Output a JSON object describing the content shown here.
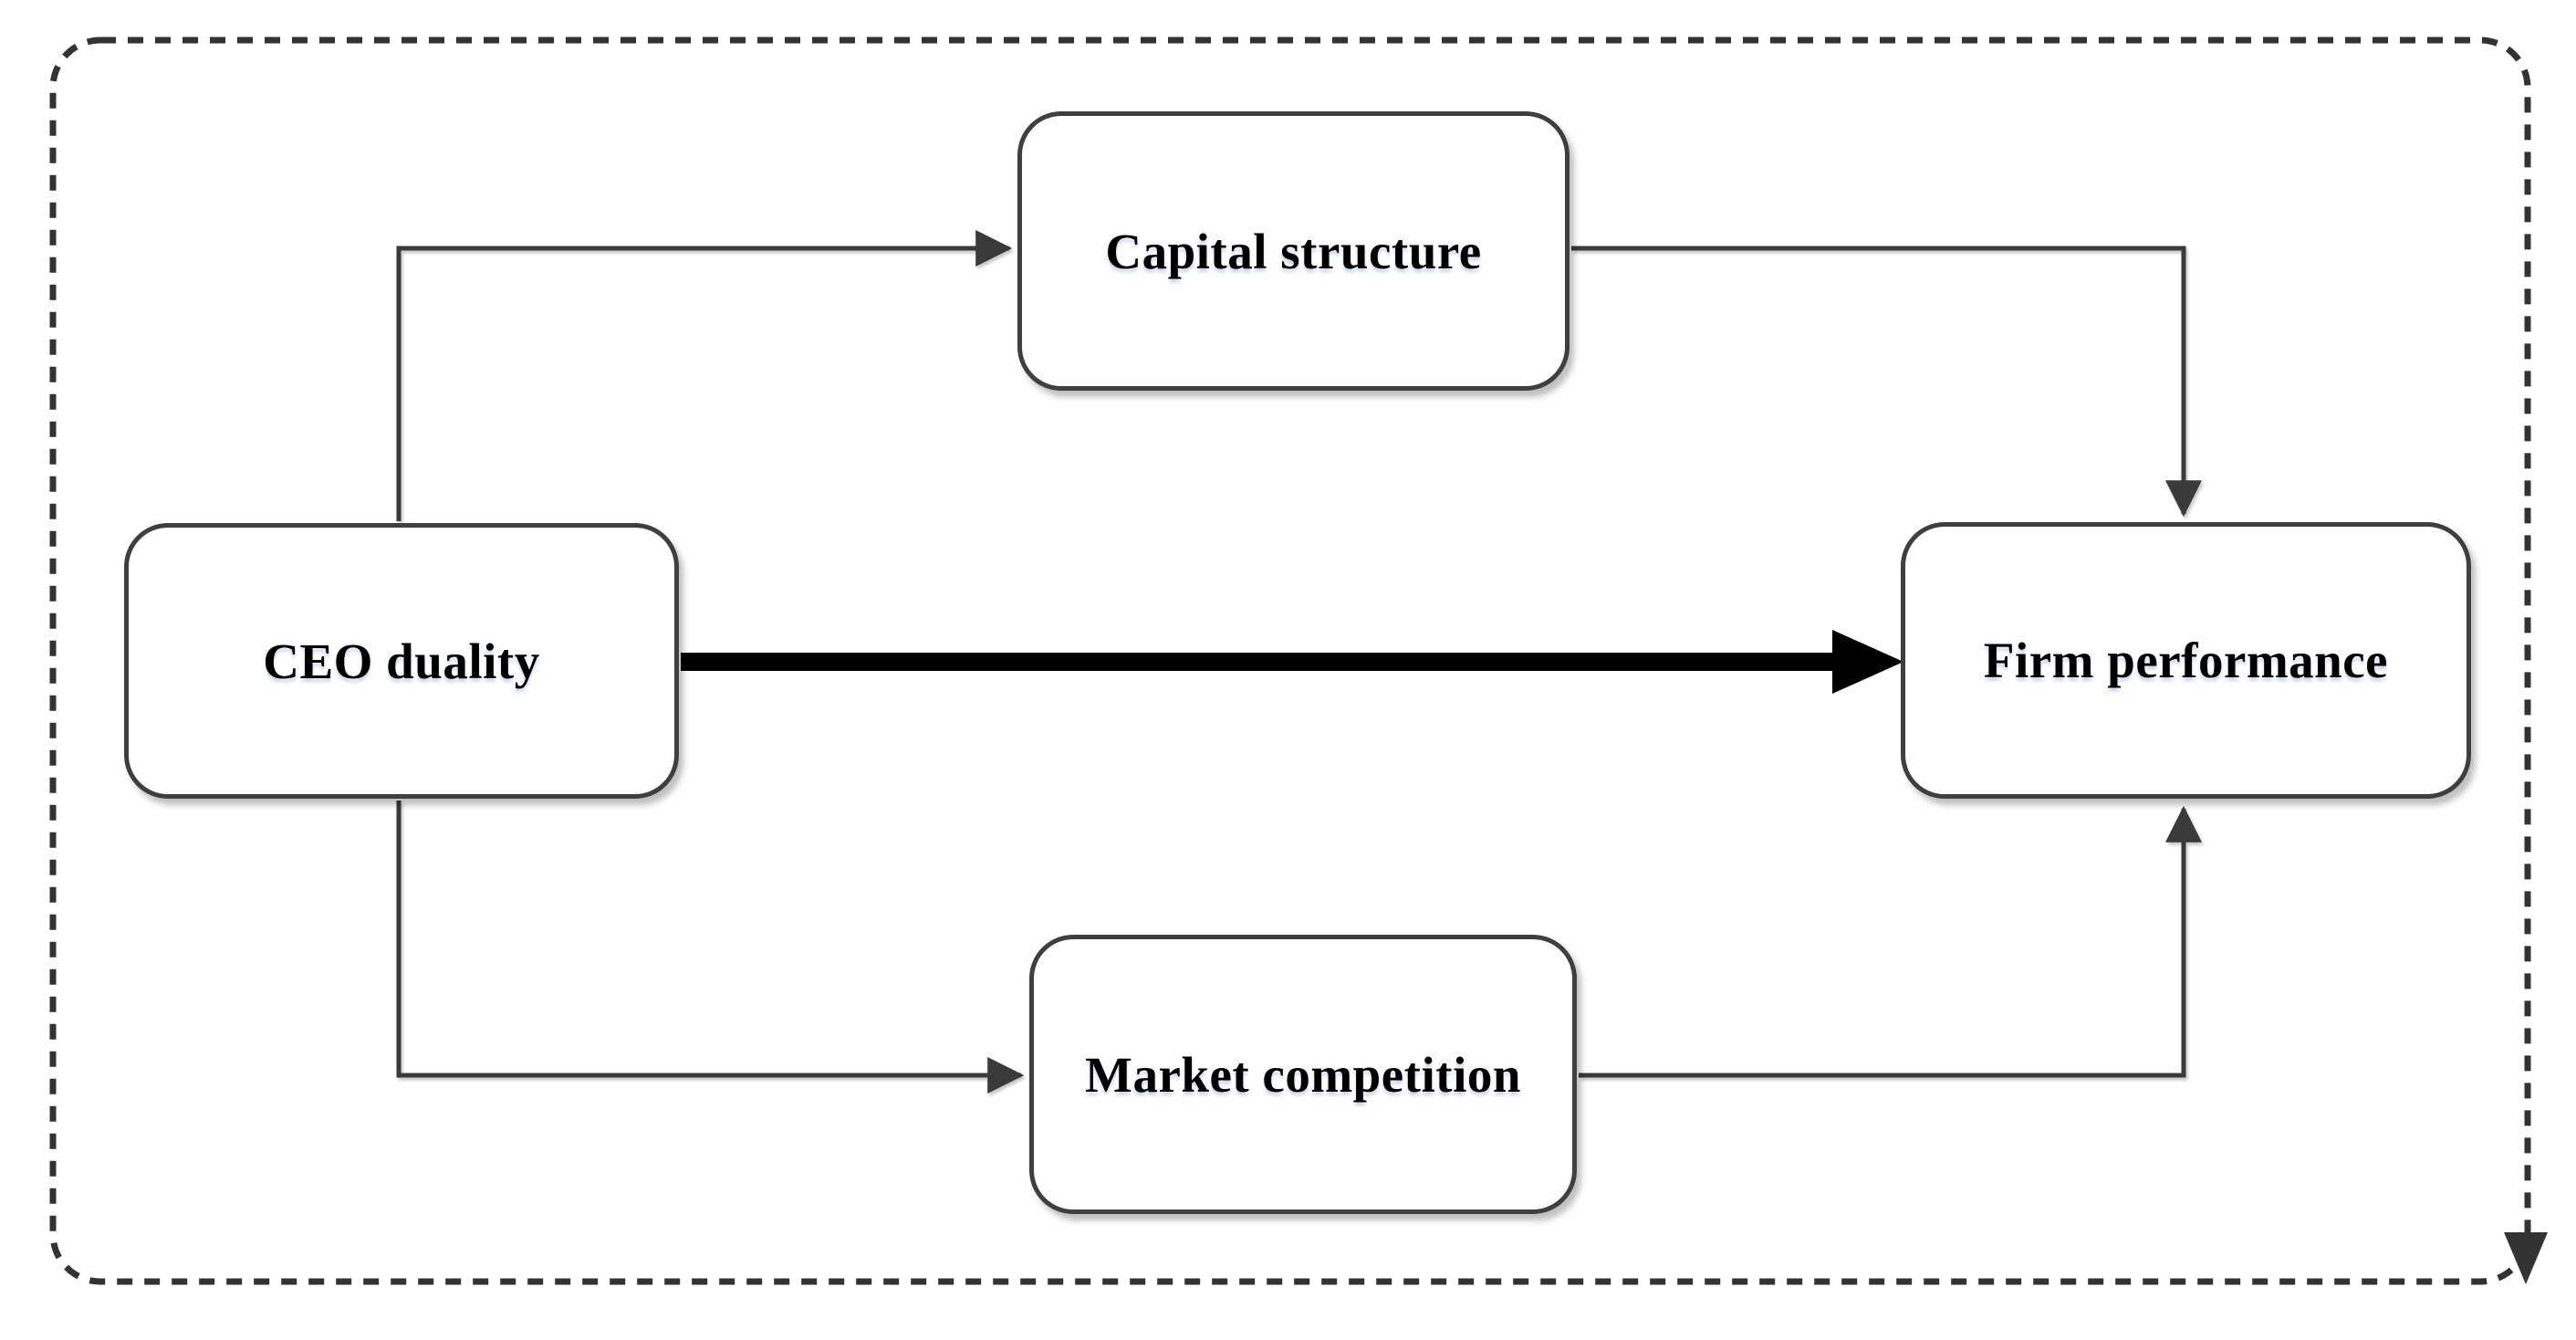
{
  "figure": {
    "kind": "conceptual framework diagram",
    "background_color": "#ffffff"
  },
  "nodes": {
    "ceo_duality": {
      "label": "CEO duality"
    },
    "capital_structure": {
      "label": "Capital structure"
    },
    "market_competition": {
      "label": "Market competition"
    },
    "firm_performance": {
      "label": "Firm performance"
    }
  },
  "edges": [
    {
      "from": "CEO duality",
      "to": "Capital structure",
      "style": "thin",
      "arrow": "forward"
    },
    {
      "from": "Capital structure",
      "to": "Firm performance",
      "style": "thin",
      "arrow": "forward"
    },
    {
      "from": "CEO duality",
      "to": "Firm performance",
      "style": "thick-emphasis",
      "arrow": "forward"
    },
    {
      "from": "CEO duality",
      "to": "Market competition",
      "style": "thin",
      "arrow": "forward"
    },
    {
      "from": "Market competition",
      "to": "Firm performance",
      "style": "thin",
      "arrow": "forward"
    }
  ],
  "frame": {
    "style": "dashed rounded rectangle",
    "arrow": {
      "position": "bottom-right",
      "direction": "down"
    }
  },
  "colors": {
    "node_fill": "#ffffff",
    "node_border": "#3f3f3f",
    "connector": "#3a3a3a",
    "emphasis_arrow": "#000000",
    "frame_border": "#333333",
    "label_text": "#000000"
  }
}
